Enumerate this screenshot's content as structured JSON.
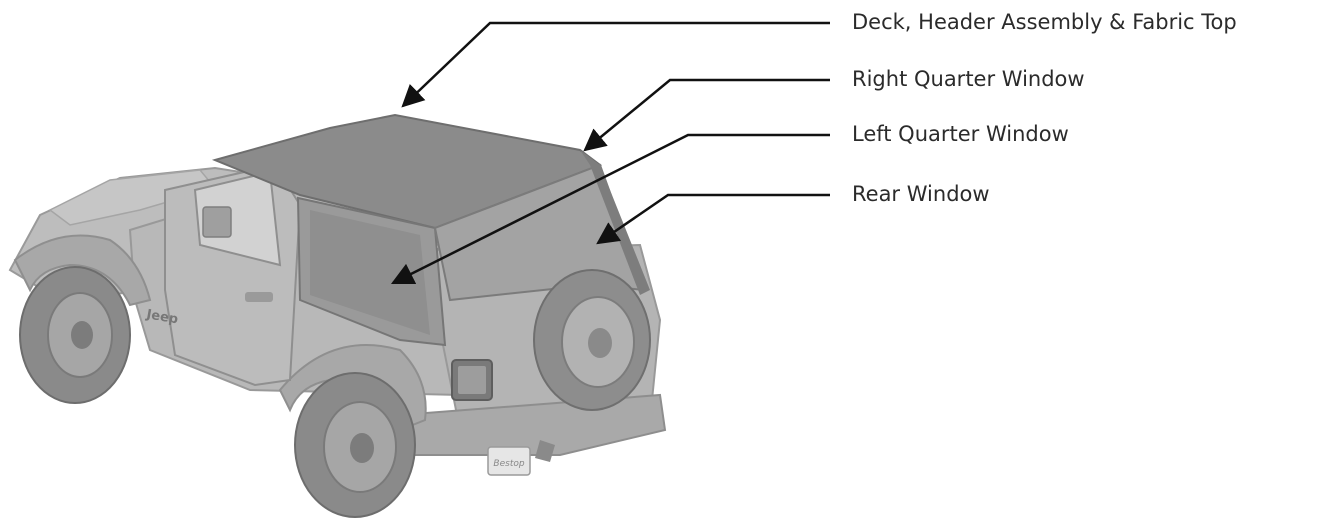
{
  "diagram": {
    "labels": [
      {
        "id": "deck",
        "text": "Deck, Header Assembly & Fabric Top"
      },
      {
        "id": "right-quarter",
        "text": "Right Quarter Window"
      },
      {
        "id": "left-quarter",
        "text": "Left Quarter Window"
      },
      {
        "id": "rear",
        "text": "Rear Window"
      }
    ],
    "badge_text": "Jeep",
    "plate_text": "Bestop"
  },
  "colors": {
    "label_text": "#2b2b2b",
    "leader_line": "#111111",
    "vehicle_body": "#b7b7b7",
    "fabric_top": "#8b8b8b",
    "window": "#9a9a9a",
    "tire": "#8a8a8a"
  }
}
